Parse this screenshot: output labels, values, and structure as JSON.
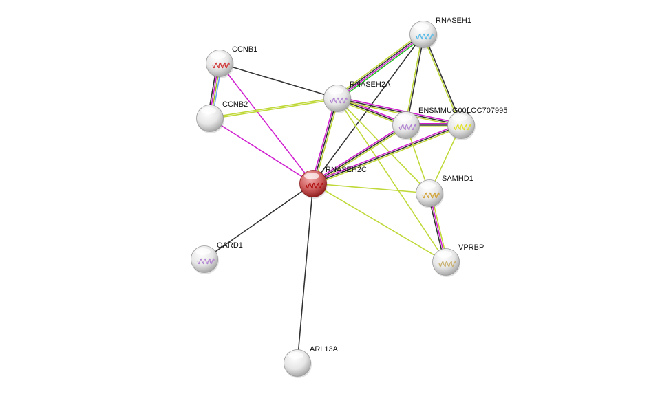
{
  "nodes": [
    {
      "id": "RNASEH1",
      "label": "RNASEH1",
      "query": false,
      "structure_color": "#4fb8e8"
    },
    {
      "id": "CCNB1",
      "label": "CCNB1",
      "query": false,
      "structure_color": "#d03030"
    },
    {
      "id": "RNASEH2A",
      "label": "RNASEH2A",
      "query": false,
      "structure_color": "#b080d0"
    },
    {
      "id": "CCNB2",
      "label": "CCNB2",
      "query": false,
      "structure_color": ""
    },
    {
      "id": "ENSMMUG",
      "label": "ENSMMUG00(",
      "query": false,
      "structure_color": "#b080d0"
    },
    {
      "id": "LOC707995",
      "label": "LOC707995",
      "query": false,
      "structure_color": "#e0e020"
    },
    {
      "id": "RNASEH2C",
      "label": "RNASEH2C",
      "query": true,
      "structure_color": "#b01010"
    },
    {
      "id": "SAMHD1",
      "label": "SAMHD1",
      "query": false,
      "structure_color": "#d0a030"
    },
    {
      "id": "OARD1",
      "label": "OARD1",
      "query": false,
      "structure_color": "#b080d0"
    },
    {
      "id": "VPRBP",
      "label": "VPRBP",
      "query": false,
      "structure_color": "#c8b070"
    },
    {
      "id": "ARL13A",
      "label": "ARL13A",
      "query": false,
      "structure_color": ""
    }
  ],
  "edges": [
    {
      "a": "CCNB1",
      "b": "CCNB2",
      "colors": [
        "#6ea7f5",
        "#a0c020",
        "#d020d0",
        "#333333"
      ]
    },
    {
      "a": "CCNB1",
      "b": "RNASEH2A",
      "colors": [
        "#333333"
      ]
    },
    {
      "a": "CCNB1",
      "b": "RNASEH2C",
      "colors": [
        "#d020d0"
      ]
    },
    {
      "a": "CCNB2",
      "b": "RNASEH2A",
      "colors": [
        "#c0d838",
        "#c0d838"
      ]
    },
    {
      "a": "CCNB2",
      "b": "RNASEH2C",
      "colors": [
        "#d020d0"
      ]
    },
    {
      "a": "RNASEH1",
      "b": "RNASEH2A",
      "colors": [
        "#20c020",
        "#d020d0",
        "#333333",
        "#c0d838"
      ]
    },
    {
      "a": "RNASEH1",
      "b": "RNASEH2C",
      "colors": [
        "#333333"
      ]
    },
    {
      "a": "RNASEH1",
      "b": "ENSMMUG",
      "colors": [
        "#333333",
        "#c0d838"
      ]
    },
    {
      "a": "RNASEH1",
      "b": "LOC707995",
      "colors": [
        "#333333",
        "#c0d838"
      ]
    },
    {
      "a": "RNASEH1",
      "b": "OARD1",
      "colors": []
    },
    {
      "a": "RNASEH2A",
      "b": "ENSMMUG",
      "colors": [
        "#d020d0",
        "#333333",
        "#c0d838"
      ]
    },
    {
      "a": "RNASEH2A",
      "b": "LOC707995",
      "colors": [
        "#d020d0",
        "#333333",
        "#c0d838"
      ]
    },
    {
      "a": "RNASEH2A",
      "b": "RNASEH2C",
      "colors": [
        "#c0d838",
        "#333333",
        "#d020d0"
      ]
    },
    {
      "a": "RNASEH2A",
      "b": "SAMHD1",
      "colors": [
        "#c0d838"
      ]
    },
    {
      "a": "RNASEH2A",
      "b": "VPRBP",
      "colors": [
        "#c0d838"
      ]
    },
    {
      "a": "RNASEH2C",
      "b": "ENSMMUG",
      "colors": [
        "#d020d0",
        "#333333",
        "#c0d838"
      ]
    },
    {
      "a": "RNASEH2C",
      "b": "LOC707995",
      "colors": [
        "#d020d0",
        "#333333",
        "#c0d838"
      ]
    },
    {
      "a": "RNASEH2C",
      "b": "SAMHD1",
      "colors": [
        "#c0d838"
      ]
    },
    {
      "a": "RNASEH2C",
      "b": "VPRBP",
      "colors": [
        "#c0d838"
      ]
    },
    {
      "a": "RNASEH2C",
      "b": "OARD1",
      "colors": [
        "#333333"
      ]
    },
    {
      "a": "RNASEH2C",
      "b": "ARL13A",
      "colors": [
        "#333333"
      ]
    },
    {
      "a": "ENSMMUG",
      "b": "LOC707995",
      "colors": [
        "#d020d0",
        "#333333",
        "#c0d838"
      ]
    },
    {
      "a": "ENSMMUG",
      "b": "SAMHD1",
      "colors": [
        "#c0d838"
      ]
    },
    {
      "a": "LOC707995",
      "b": "SAMHD1",
      "colors": [
        "#c0d838"
      ]
    },
    {
      "a": "SAMHD1",
      "b": "VPRBP",
      "colors": [
        "#c0d838",
        "#d020d0",
        "#333333"
      ]
    }
  ]
}
